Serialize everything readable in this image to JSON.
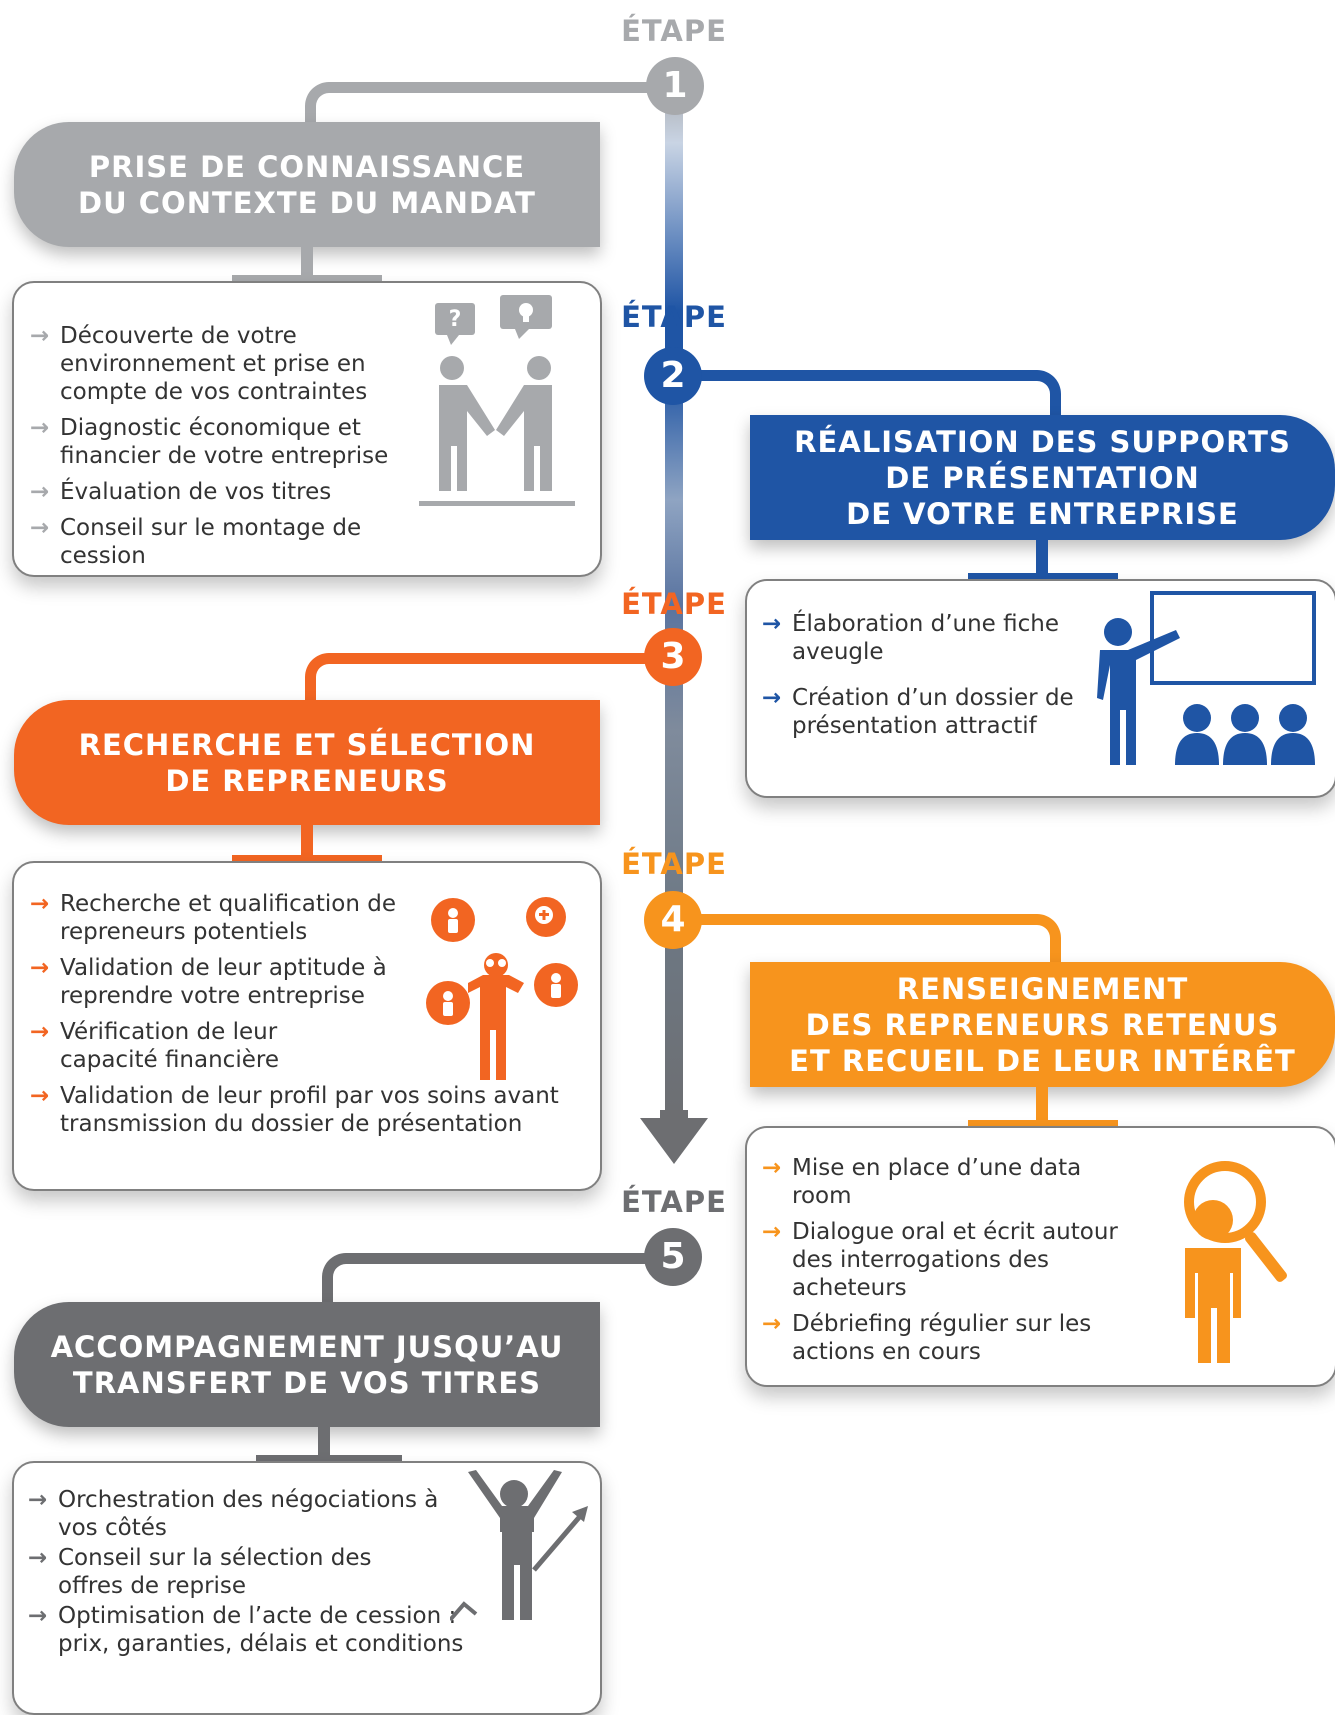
{
  "colors": {
    "gray": "#a7a9ac",
    "blue": "#1f55a5",
    "orange": "#f26522",
    "amber": "#f7941d",
    "dark": "#6d6e71",
    "text": "#333333"
  },
  "steps": [
    {
      "label": "ÉTAPE",
      "number": "1",
      "title": [
        "PRISE DE CONNAISSANCE",
        "DU CONTEXTE DU MANDAT"
      ],
      "items": [
        "Découverte de votre environnement et prise en compte de vos contraintes",
        "Diagnostic économique et financier de votre entreprise",
        "Évaluation de vos titres",
        "Conseil sur le montage de cession"
      ],
      "icon": "handshake-icon"
    },
    {
      "label": "ÉTAPE",
      "number": "2",
      "title": [
        "RÉALISATION DES SUPPORTS",
        "DE PRÉSENTATION",
        "DE VOTRE ENTREPRISE"
      ],
      "items": [
        "Élaboration d’une fiche aveugle",
        "Création d’un dossier de présentation attractif"
      ],
      "icon": "presentation-icon"
    },
    {
      "label": "ÉTAPE",
      "number": "3",
      "title": [
        "RECHERCHE ET SÉLECTION",
        "DE REPRENEURS"
      ],
      "items": [
        "Recherche et qualification de repreneurs potentiels",
        "Validation de leur aptitude à reprendre votre entreprise",
        "Vérification de leur capacité financière",
        "Validation de leur profil par vos soins avant transmission du dossier de présentation"
      ],
      "icon": "search-people-icon"
    },
    {
      "label": "ÉTAPE",
      "number": "4",
      "title": [
        "RENSEIGNEMENT",
        "DES REPRENEURS RETENUS",
        "ET RECUEIL DE LEUR INTÉRÊT"
      ],
      "items": [
        "Mise en place d’une data room",
        "Dialogue oral et écrit autour des interrogations des acheteurs",
        "Débriefing régulier sur les actions en cours"
      ],
      "icon": "magnifier-person-icon"
    },
    {
      "label": "ÉTAPE",
      "number": "5",
      "title": [
        "ACCOMPAGNEMENT JUSQU’AU",
        "TRANSFERT DE VOS TITRES"
      ],
      "items": [
        "Orchestration des négociations à vos côtés",
        "Conseil sur la sélection des offres de reprise",
        "Optimisation de l’acte de cession : prix, garanties, délais et conditions"
      ],
      "icon": "success-icon"
    }
  ],
  "arrow_glyph": "→"
}
